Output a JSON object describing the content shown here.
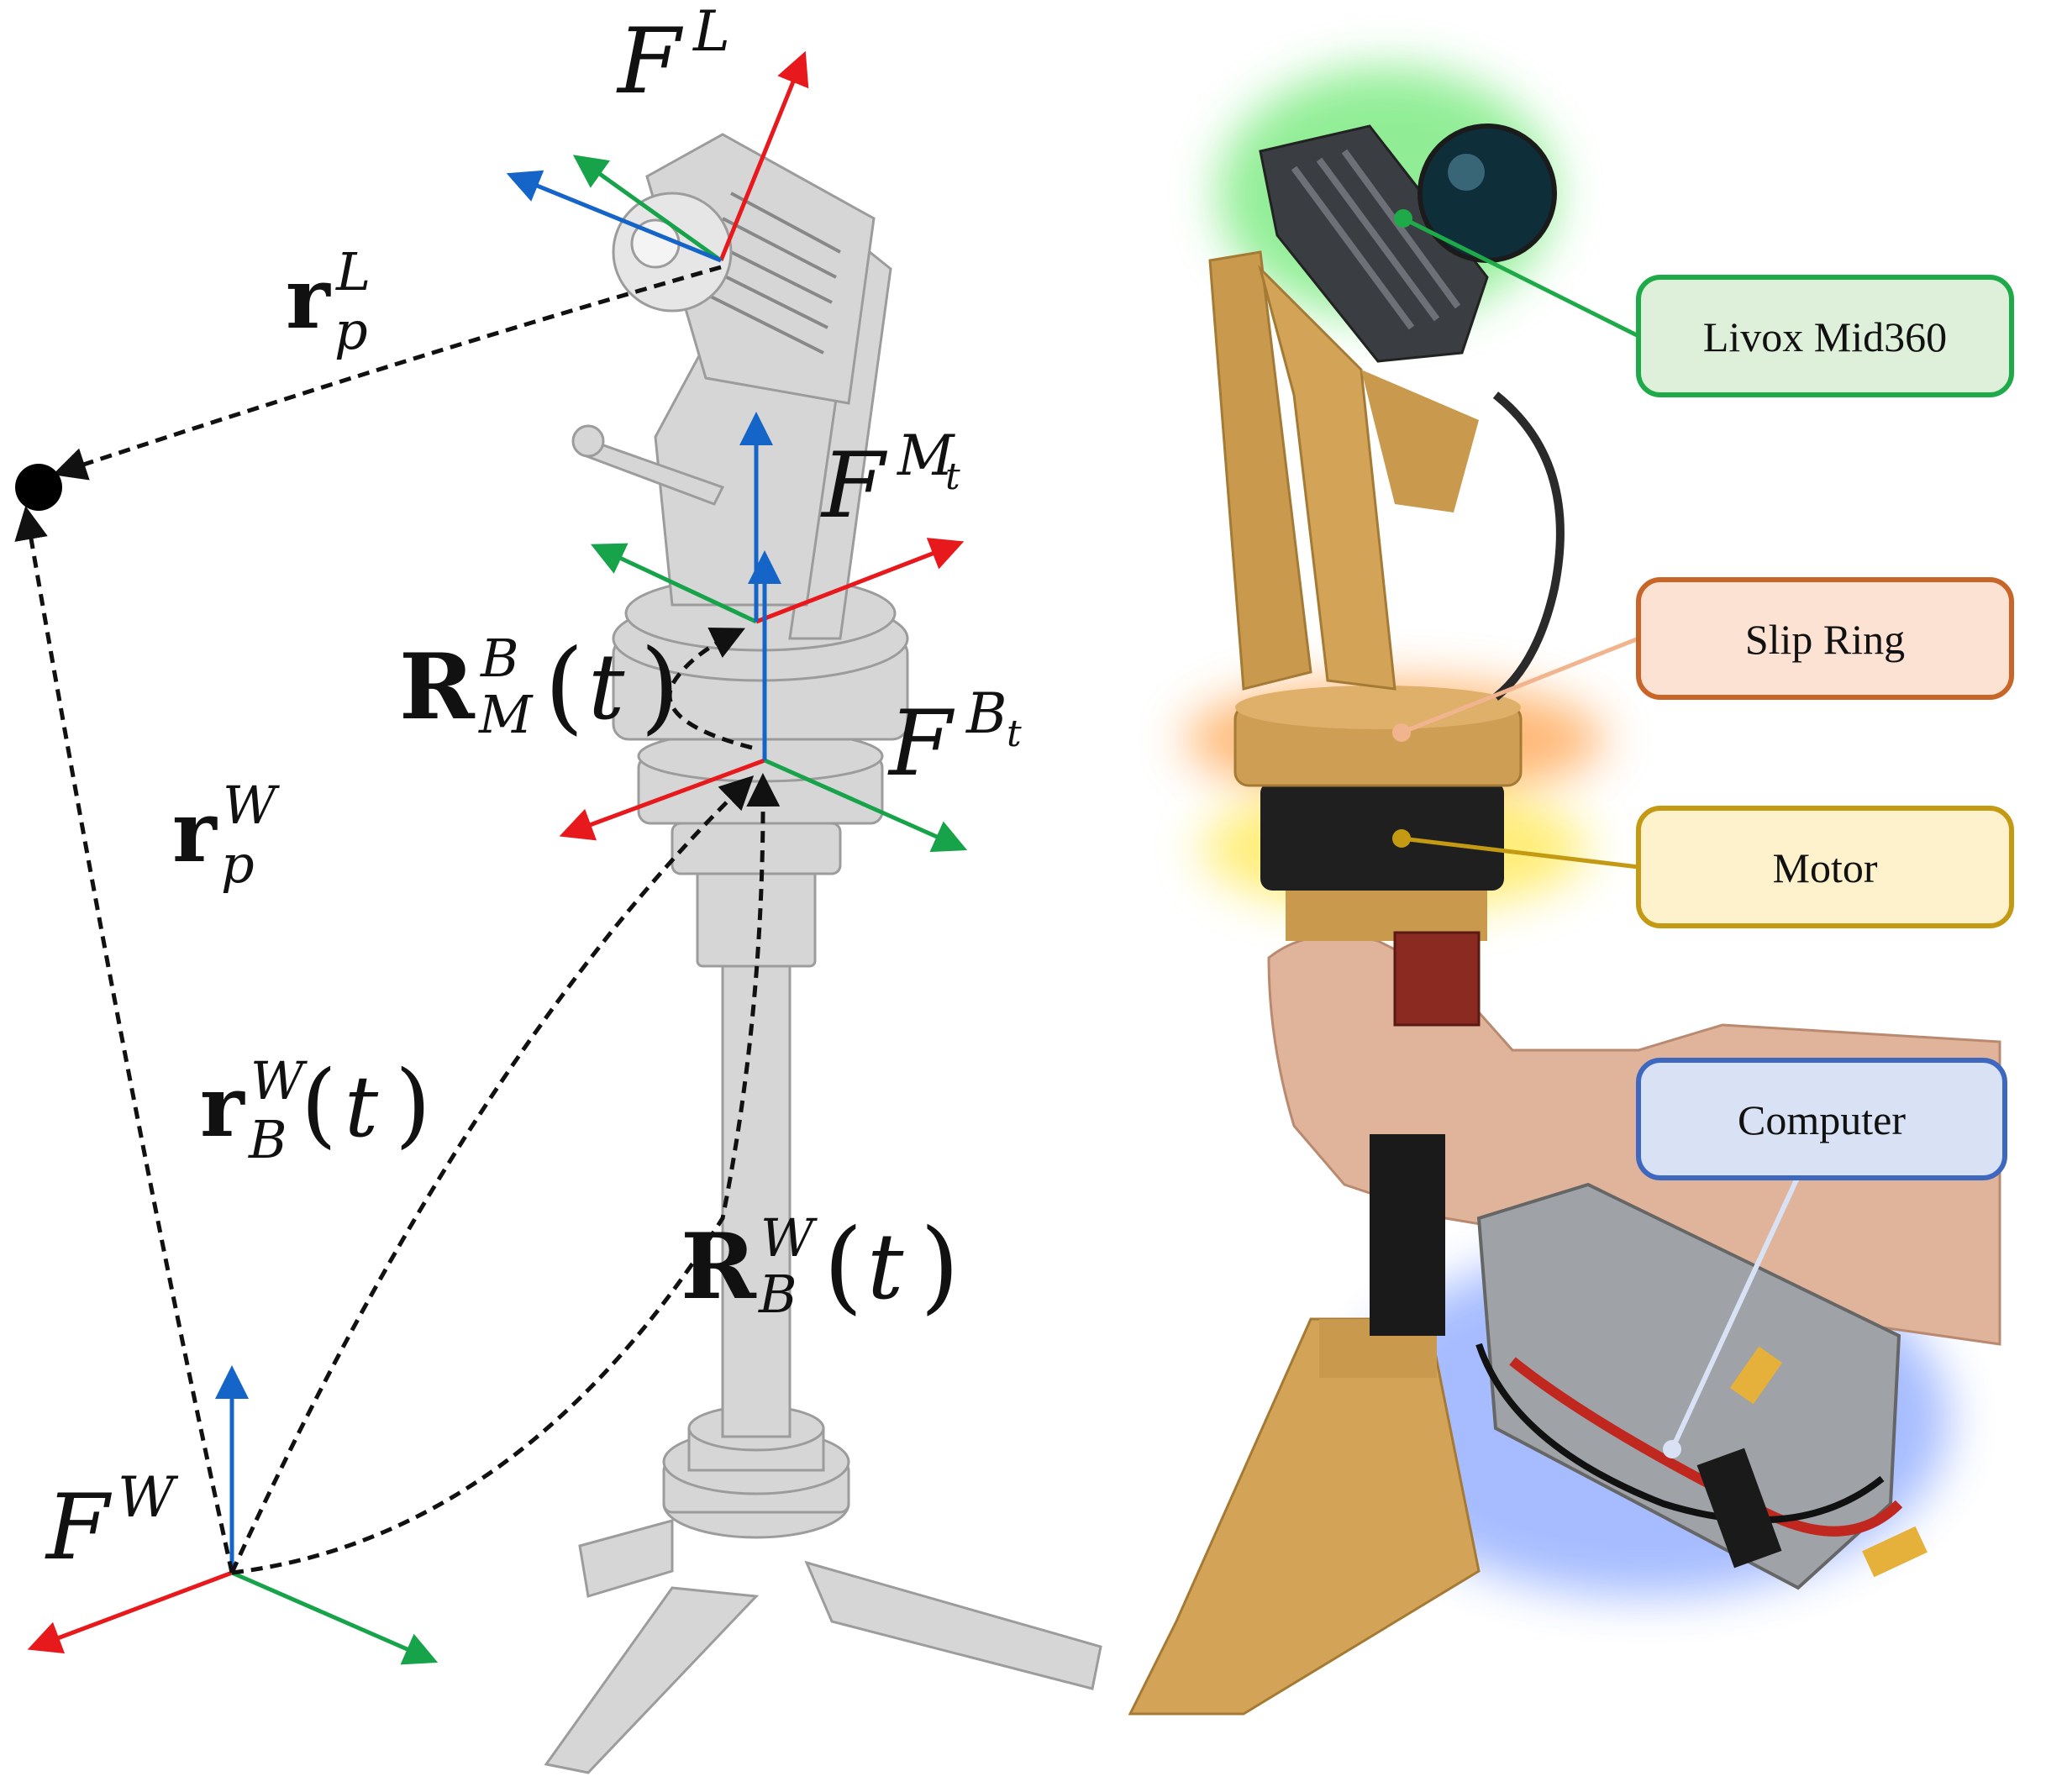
{
  "frames": {
    "lidar": {
      "base": "F",
      "sup": "L"
    },
    "motor": {
      "base": "F",
      "sup": "M",
      "subsup": "t"
    },
    "body": {
      "base": "F",
      "sup": "B",
      "subsup": "t"
    },
    "world": {
      "base": "F",
      "sup": "W"
    }
  },
  "vectors": {
    "r_p_L": {
      "base": "r",
      "sub": "p",
      "sup": "L"
    },
    "r_p_W": {
      "base": "r",
      "sub": "p",
      "sup": "W"
    },
    "r_B_W_t": {
      "base": "r",
      "sub": "B",
      "sup": "W",
      "arg": "t"
    },
    "R_M_B_t": {
      "base": "R",
      "sub": "M",
      "sup": "B",
      "arg": "t"
    },
    "R_B_W_t": {
      "base": "R",
      "sub": "B",
      "sup": "W",
      "arg": "t"
    }
  },
  "labels": {
    "lidar": {
      "text": "Livox Mid360",
      "border": "#1faa4a",
      "fill": "#dff0da",
      "glow": "#39e040"
    },
    "slip_ring": {
      "text": "Slip Ring",
      "border": "#c8662a",
      "fill": "#fbe2d2",
      "glow": "#ff8a1a"
    },
    "motor": {
      "text": "Motor",
      "border": "#c49a12",
      "fill": "#fdf2cc",
      "glow": "#ffe21a"
    },
    "computer": {
      "text": "Computer",
      "border": "#3e68c0",
      "fill": "#d8e2f4",
      "glow": "#3a6cff"
    }
  },
  "colors": {
    "axis_x": "#e8191c",
    "axis_y": "#16a34a",
    "axis_z": "#1565c8",
    "dashed": "#111111"
  }
}
